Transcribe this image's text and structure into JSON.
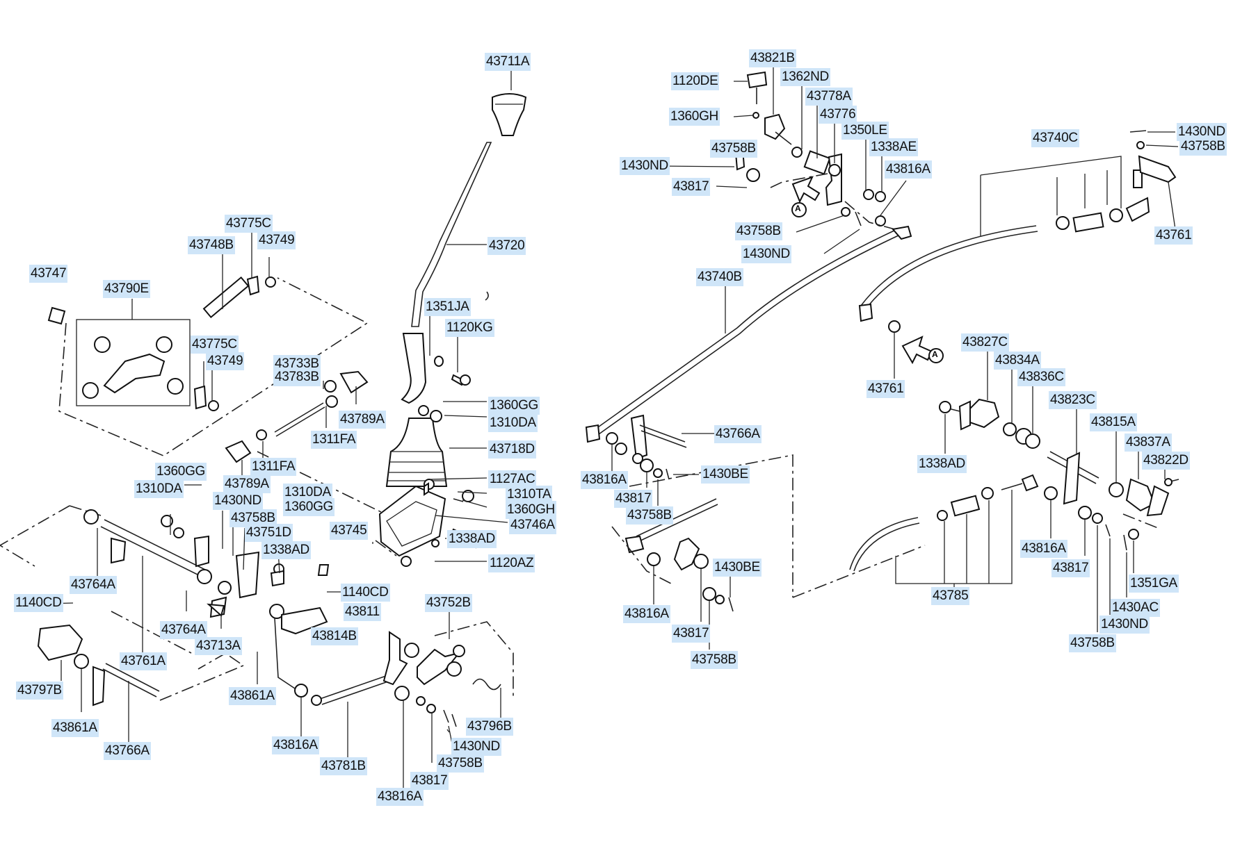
{
  "callouts": [
    {
      "id": "c-43711a",
      "text": "43711A"
    },
    {
      "id": "c-43720",
      "text": "43720"
    },
    {
      "id": "c-1351ja",
      "text": "1351JA"
    },
    {
      "id": "c-1120kg",
      "text": "1120KG"
    },
    {
      "id": "c-1360gg-r",
      "text": "1360GG"
    },
    {
      "id": "c-1310da-r",
      "text": "1310DA"
    },
    {
      "id": "c-43718d",
      "text": "43718D"
    },
    {
      "id": "c-1127ac",
      "text": "1127AC"
    },
    {
      "id": "c-1310ta",
      "text": "1310TA"
    },
    {
      "id": "c-1360gh-m",
      "text": "1360GH"
    },
    {
      "id": "c-43746a",
      "text": "43746A"
    },
    {
      "id": "c-1338ad-m",
      "text": "1338AD"
    },
    {
      "id": "c-1120az",
      "text": "1120AZ"
    },
    {
      "id": "c-43775c-t",
      "text": "43775C"
    },
    {
      "id": "c-43748b",
      "text": "43748B"
    },
    {
      "id": "c-43749-t",
      "text": "43749"
    },
    {
      "id": "c-43747",
      "text": "43747"
    },
    {
      "id": "c-43790e",
      "text": "43790E"
    },
    {
      "id": "c-43775c-b",
      "text": "43775C"
    },
    {
      "id": "c-43749-b",
      "text": "43749"
    },
    {
      "id": "c-43733b",
      "text": "43733B"
    },
    {
      "id": "c-43783b",
      "text": "43783B"
    },
    {
      "id": "c-43789a-t",
      "text": "43789A"
    },
    {
      "id": "c-1311fa-t",
      "text": "1311FA"
    },
    {
      "id": "c-1311fa-b",
      "text": "1311FA"
    },
    {
      "id": "c-1360gg-l",
      "text": "1360GG"
    },
    {
      "id": "c-1310da-l",
      "text": "1310DA"
    },
    {
      "id": "c-43789a-b",
      "text": "43789A"
    },
    {
      "id": "c-1430nd-l",
      "text": "1430ND"
    },
    {
      "id": "c-1310da-m",
      "text": "1310DA"
    },
    {
      "id": "c-1360gg-m",
      "text": "1360GG"
    },
    {
      "id": "c-43758b-l",
      "text": "43758B"
    },
    {
      "id": "c-43751d",
      "text": "43751D"
    },
    {
      "id": "c-43745",
      "text": "43745"
    },
    {
      "id": "c-1338ad-l",
      "text": "1338AD"
    },
    {
      "id": "c-43764a-t",
      "text": "43764A"
    },
    {
      "id": "c-1140cd-l",
      "text": "1140CD"
    },
    {
      "id": "c-1140cd-m",
      "text": "1140CD"
    },
    {
      "id": "c-43811",
      "text": "43811"
    },
    {
      "id": "c-43752b",
      "text": "43752B"
    },
    {
      "id": "c-43764a-b",
      "text": "43764A"
    },
    {
      "id": "c-43814b",
      "text": "43814B"
    },
    {
      "id": "c-43713a",
      "text": "43713A"
    },
    {
      "id": "c-43761a",
      "text": "43761A"
    },
    {
      "id": "c-43797b",
      "text": "43797B"
    },
    {
      "id": "c-43861a-m",
      "text": "43861A"
    },
    {
      "id": "c-43861a-l",
      "text": "43861A"
    },
    {
      "id": "c-43766a-l",
      "text": "43766A"
    },
    {
      "id": "c-43816a-bl",
      "text": "43816A"
    },
    {
      "id": "c-43781b",
      "text": "43781B"
    },
    {
      "id": "c-43796b",
      "text": "43796B"
    },
    {
      "id": "c-1430nd-b",
      "text": "1430ND"
    },
    {
      "id": "c-43758b-b",
      "text": "43758B"
    },
    {
      "id": "c-43817-b",
      "text": "43817"
    },
    {
      "id": "c-43816a-bb",
      "text": "43816A"
    },
    {
      "id": "c-43821b",
      "text": "43821B"
    },
    {
      "id": "c-1120de",
      "text": "1120DE"
    },
    {
      "id": "c-1362nd",
      "text": "1362ND"
    },
    {
      "id": "c-43778a",
      "text": "43778A"
    },
    {
      "id": "c-1360gh-t",
      "text": "1360GH"
    },
    {
      "id": "c-43776",
      "text": "43776"
    },
    {
      "id": "c-1350le",
      "text": "1350LE"
    },
    {
      "id": "c-43758b-t",
      "text": "43758B"
    },
    {
      "id": "c-1338ae",
      "text": "1338AE"
    },
    {
      "id": "c-1430nd-t",
      "text": "1430ND"
    },
    {
      "id": "c-43816a-t",
      "text": "43816A"
    },
    {
      "id": "c-43817-t",
      "text": "43817"
    },
    {
      "id": "c-43758b-tm",
      "text": "43758B"
    },
    {
      "id": "c-1430nd-tm",
      "text": "1430ND"
    },
    {
      "id": "c-43740b",
      "text": "43740B"
    },
    {
      "id": "c-43740c",
      "text": "43740C"
    },
    {
      "id": "c-1430nd-tr",
      "text": "1430ND"
    },
    {
      "id": "c-43758b-tr",
      "text": "43758B"
    },
    {
      "id": "c-43761-r",
      "text": "43761"
    },
    {
      "id": "c-43761-m",
      "text": "43761"
    },
    {
      "id": "c-43827c",
      "text": "43827C"
    },
    {
      "id": "c-43834a",
      "text": "43834A"
    },
    {
      "id": "c-43836c",
      "text": "43836C"
    },
    {
      "id": "c-43823c",
      "text": "43823C"
    },
    {
      "id": "c-43815a",
      "text": "43815A"
    },
    {
      "id": "c-43837a",
      "text": "43837A"
    },
    {
      "id": "c-43822d",
      "text": "43822D"
    },
    {
      "id": "c-1338ad-r",
      "text": "1338AD"
    },
    {
      "id": "c-43766a-m",
      "text": "43766A"
    },
    {
      "id": "c-43816a-ml",
      "text": "43816A"
    },
    {
      "id": "c-43817-ml",
      "text": "43817"
    },
    {
      "id": "c-1430be-t",
      "text": "1430BE"
    },
    {
      "id": "c-43758b-ml",
      "text": "43758B"
    },
    {
      "id": "c-1430be-b",
      "text": "1430BE"
    },
    {
      "id": "c-43816a-mb",
      "text": "43816A"
    },
    {
      "id": "c-43817-mb",
      "text": "43817"
    },
    {
      "id": "c-43758b-mb",
      "text": "43758B"
    },
    {
      "id": "c-43816a-r",
      "text": "43816A"
    },
    {
      "id": "c-43817-r",
      "text": "43817"
    },
    {
      "id": "c-1351ga",
      "text": "1351GA"
    },
    {
      "id": "c-43785",
      "text": "43785"
    },
    {
      "id": "c-1430ac",
      "text": "1430AC"
    },
    {
      "id": "c-1430nd-r",
      "text": "1430ND"
    },
    {
      "id": "c-43758b-r",
      "text": "43758B"
    }
  ],
  "markers": {
    "view_a": "A"
  }
}
